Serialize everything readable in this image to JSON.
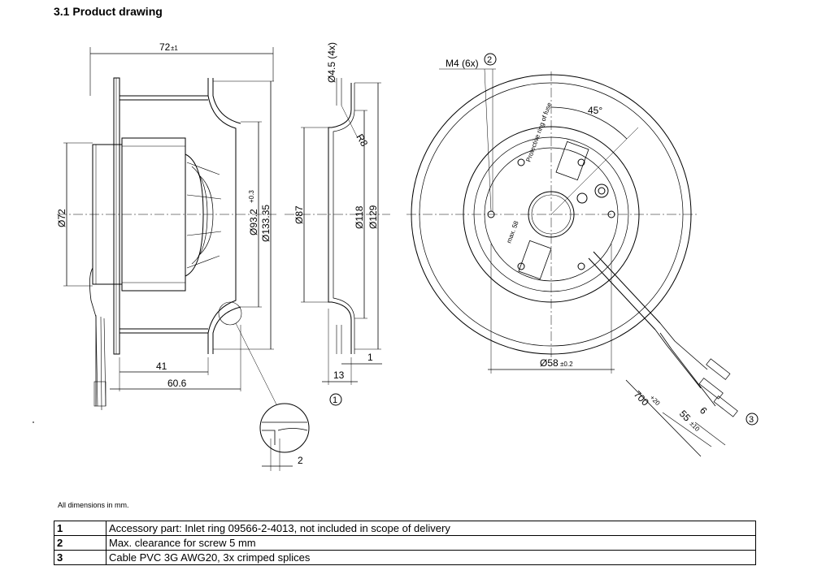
{
  "heading": "3.1 Product drawing",
  "dims": {
    "width_72": "72",
    "tol_72": "±1",
    "d72": "Ø72",
    "d93": "Ø93.2",
    "d93_tol": "+0.3",
    "d133": "Ø133.35",
    "dim_41": "41",
    "dim_60_6": "60.6",
    "dim_2": "2",
    "d4_5": "Ø4.5 (4x)",
    "r8": "R8",
    "d87": "Ø87",
    "d118": "Ø118",
    "d129": "Ø129",
    "dim_13": "13",
    "dim_1": "1",
    "m4": "M4 (6x)",
    "angle_45": "45°",
    "d58": "Ø58",
    "d58_tol": "±0.2",
    "len_700": "700",
    "len_700_tol": "+20",
    "len_55": "55",
    "len_55_tol": "±10",
    "len_6": "6"
  },
  "callouts": [
    "1",
    "2",
    "3"
  ],
  "label_text": {
    "rotor_label": "Protective ring of fuse",
    "caution": "max. 58"
  },
  "note": "All dimensions in mm.",
  "legend": [
    {
      "num": "1",
      "text": "Accessory part: Inlet ring 09566-2-4013, not included in scope of delivery"
    },
    {
      "num": "2",
      "text": "Max. clearance for screw 5 mm"
    },
    {
      "num": "3",
      "text": "Cable PVC 3G AWG20, 3x crimped splices"
    }
  ]
}
